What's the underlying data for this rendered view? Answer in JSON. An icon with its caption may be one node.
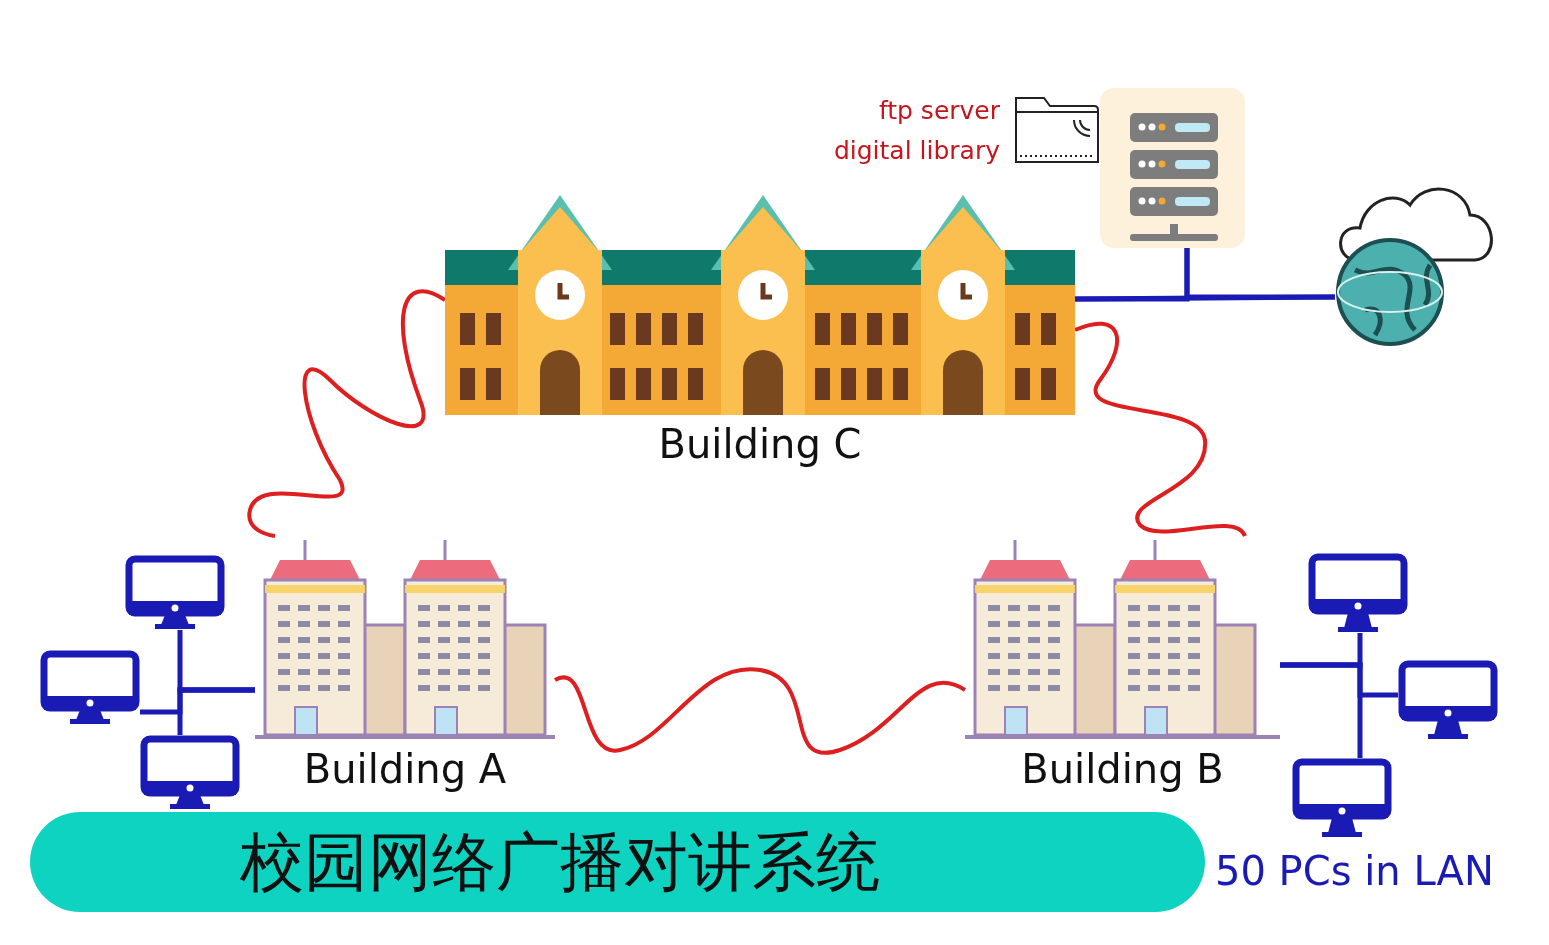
{
  "diagram": {
    "title": "校园网络广播对讲系统",
    "nodes": [
      {
        "text": [
          "Building C"
        ]
      },
      {
        "text": [],
        "shape": "picture",
        "beside": [
          "ftp server",
          "digital library"
        ]
      },
      {
        "text": [],
        "shape": "picture"
      },
      {
        "text": [
          "Building A"
        ]
      },
      {
        "text": [
          "Building B"
        ]
      },
      {
        "text": [],
        "shape": "picture"
      },
      {
        "text": [],
        "shape": "picture"
      },
      {
        "text": [],
        "shape": "picture"
      },
      {
        "text": [],
        "shape": "picture"
      },
      {
        "text": [],
        "shape": "picture"
      },
      {
        "text": [],
        "shape": "picture"
      }
    ],
    "edges": [
      {
        "from": 0,
        "to": 3,
        "arrow": "none",
        "color": "#dd1f1f"
      },
      {
        "from": 0,
        "to": 4,
        "arrow": "none",
        "color": "#dd1f1f"
      },
      {
        "from": 3,
        "to": 4,
        "arrow": "none",
        "color": "#dd1f1f"
      },
      {
        "from": 0,
        "to": 2,
        "arrow": "none"
      },
      {
        "from": 1,
        "to": 0,
        "arrow": "none"
      },
      {
        "from": 1,
        "to": 2,
        "arrow": "none"
      },
      {
        "from": 3,
        "to": 5,
        "arrow": "none"
      },
      {
        "from": 3,
        "to": 6,
        "arrow": "none"
      },
      {
        "from": 3,
        "to": 7,
        "arrow": "none"
      },
      {
        "from": 4,
        "to": 8,
        "arrow": "none"
      },
      {
        "from": 4,
        "to": 9,
        "arrow": "none"
      },
      {
        "from": 4,
        "to": 10,
        "arrow": "none"
      }
    ],
    "labels": [
      "50 PCs in LAN"
    ]
  }
}
